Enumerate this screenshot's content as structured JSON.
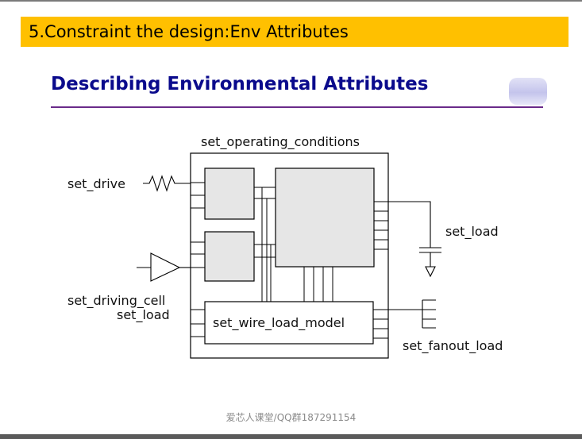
{
  "banner": {
    "title": "5.Constraint the design:Env Attributes",
    "color": "#ffc000"
  },
  "slide": {
    "heading": "Describing Environmental Attributes",
    "heading_color": "#0a0a8c"
  },
  "diagram": {
    "operating_conditions_label": "set_operating_conditions",
    "drive_label": "set_drive",
    "driving_cell_label": "set_driving_cell",
    "input_load_label": "set_load",
    "output_load_label": "set_load",
    "wire_load_model_label": "set_wire_load_model",
    "fanout_load_label": "set_fanout_load"
  },
  "footer": {
    "text": "爱芯人课堂/QQ群187291154"
  }
}
